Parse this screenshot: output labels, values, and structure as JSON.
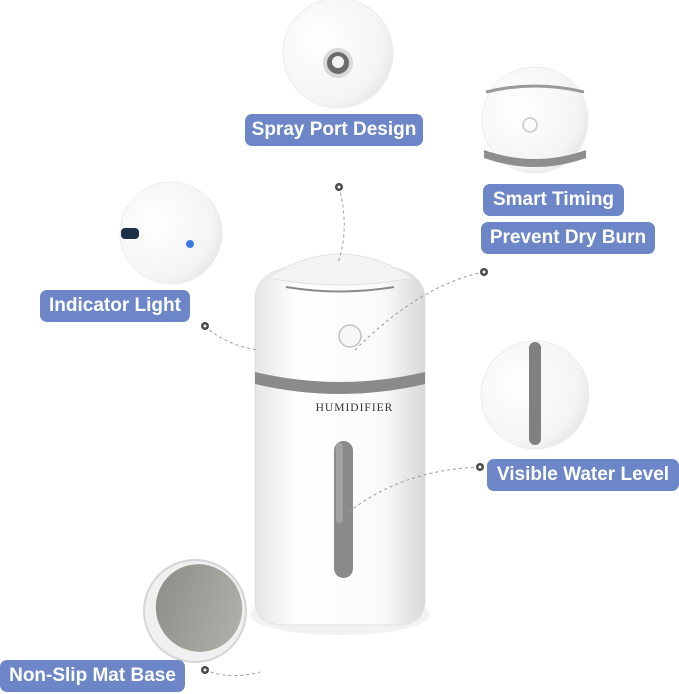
{
  "features": {
    "spray_port": "Spray Port Design",
    "smart_timing": "Smart Timing",
    "dry_burn": "Prevent Dry Burn",
    "indicator_light": "Indicator Light",
    "water_level": "Visible Water Level",
    "mat_base": "Non-Slip Mat Base"
  },
  "product": {
    "brand_label": "HUMIDIFIER"
  },
  "colors": {
    "badge": "#6c86c8",
    "indicator_blue": "#3d7be0",
    "band_grey": "#8a8a8a"
  }
}
